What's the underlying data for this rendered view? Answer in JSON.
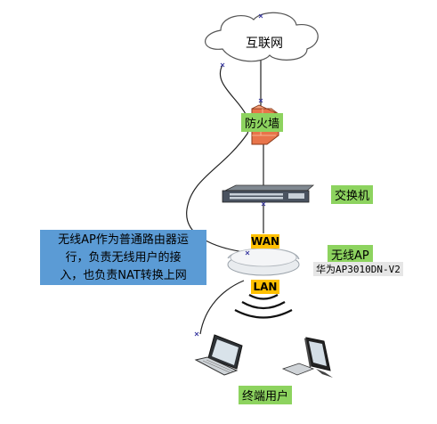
{
  "nodes": {
    "internet": "互联网",
    "firewall": "防火墙",
    "switch": "交换机",
    "ap": "无线AP",
    "ap_model": "华为AP3010DN-V2",
    "wan": "WAN",
    "lan": "LAN",
    "users": "终端用户"
  },
  "note": {
    "line1": "无线AP作为普通路由器运",
    "line2": "行，负责无线用户的接",
    "line3": "入，也负责NAT转换上网"
  },
  "colors": {
    "label_green": "#8dd35f",
    "tag_orange": "#ffc000",
    "note_blue": "#5b9bd5",
    "firewall_orange": "#e8744a",
    "link_dark": "#222222"
  },
  "icons": [
    "cloud-icon",
    "firewall-icon",
    "switch-icon",
    "access-point-icon",
    "wifi-waves-icon",
    "laptop-icon",
    "desktop-pc-icon"
  ]
}
